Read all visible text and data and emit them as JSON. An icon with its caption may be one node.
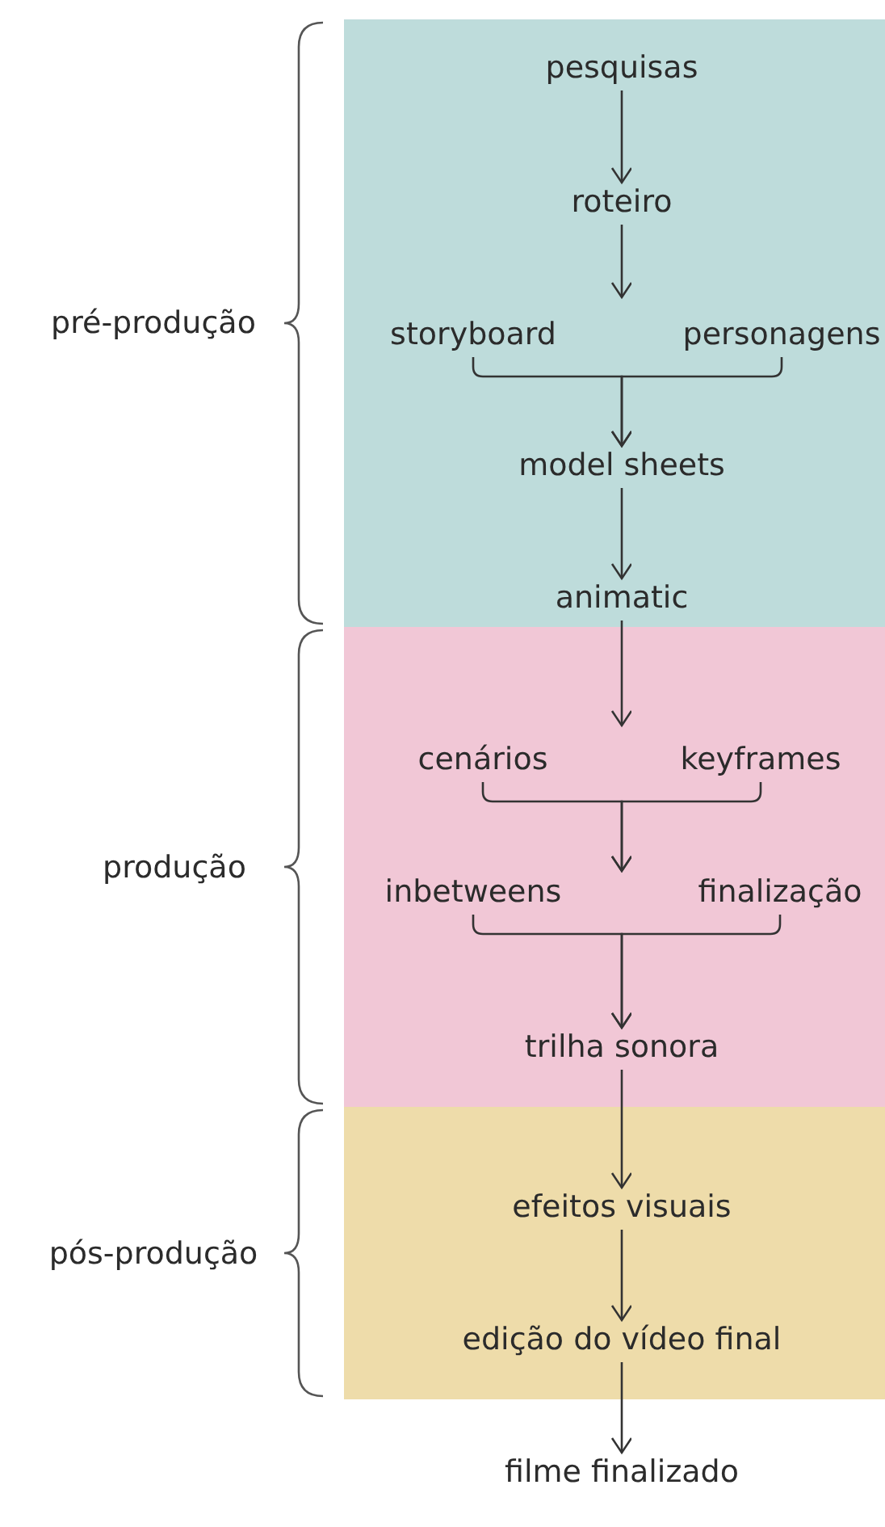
{
  "diagram": {
    "nodes": [
      {
        "text": [],
        "shape": "box",
        "beside": [
          "pré-produção"
        ]
      },
      {
        "text": [
          "pesquisas"
        ],
        "in": 0
      },
      {
        "text": [
          "roteiro"
        ],
        "in": 0
      },
      {
        "text": [
          "storyboard"
        ],
        "in": 0
      },
      {
        "text": [
          "personagens"
        ],
        "in": 0
      },
      {
        "text": [
          "model sheets"
        ],
        "in": 0
      },
      {
        "text": [
          "animatic"
        ],
        "in": 0
      },
      {
        "text": [],
        "shape": "box",
        "beside": [
          "produção"
        ]
      },
      {
        "text": [
          "cenários"
        ],
        "in": 7
      },
      {
        "text": [
          "keyframes"
        ],
        "in": 7
      },
      {
        "text": [
          "inbetweens"
        ],
        "in": 7
      },
      {
        "text": [
          "finalização"
        ],
        "in": 7
      },
      {
        "text": [
          "trilha sonora"
        ],
        "in": 7
      },
      {
        "text": [],
        "shape": "box",
        "beside": [
          "pós-produção"
        ]
      },
      {
        "text": [
          "efeitos visuais"
        ],
        "in": 13
      },
      {
        "text": [
          "edição do vídeo final"
        ],
        "in": 13
      },
      {
        "text": [
          "filme finalizado"
        ]
      }
    ],
    "edges": [
      {
        "from": 1,
        "to": 2,
        "arrow": "to"
      },
      {
        "from": 2,
        "to": null,
        "arrow": "to"
      },
      {
        "from": 3,
        "to": 5,
        "arrow": "to"
      },
      {
        "from": 4,
        "to": 5,
        "arrow": "to"
      },
      {
        "from": 5,
        "to": 6,
        "arrow": "to"
      },
      {
        "from": 6,
        "to": null,
        "arrow": "to"
      },
      {
        "from": 8,
        "to": null,
        "arrow": "to"
      },
      {
        "from": 9,
        "to": null,
        "arrow": "to"
      },
      {
        "from": 10,
        "to": 12,
        "arrow": "to"
      },
      {
        "from": 11,
        "to": 12,
        "arrow": "to"
      },
      {
        "from": 12,
        "to": 14,
        "arrow": "to"
      },
      {
        "from": 14,
        "to": 15,
        "arrow": "to"
      },
      {
        "from": 15,
        "to": 16,
        "arrow": "to"
      }
    ]
  }
}
